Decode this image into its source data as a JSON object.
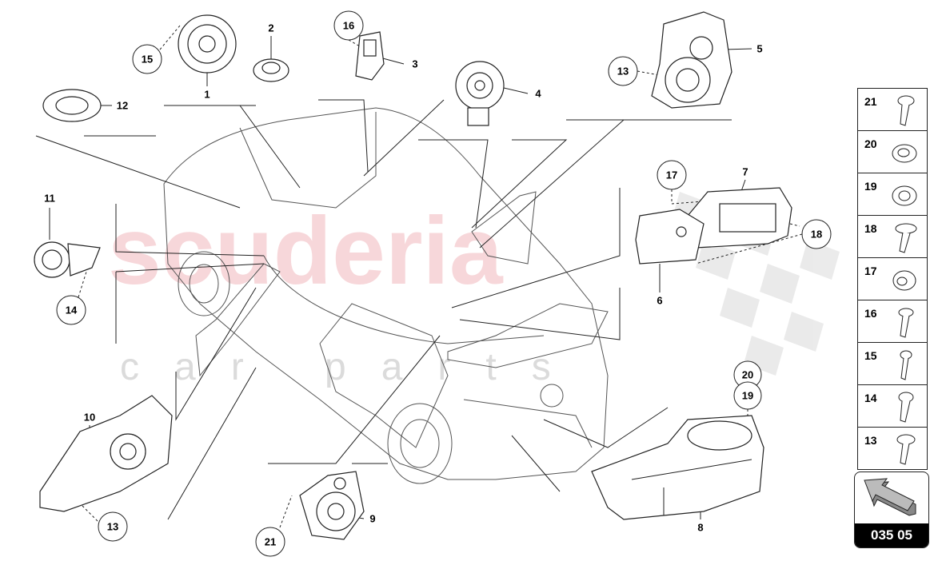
{
  "watermark": {
    "brand": "scuderia",
    "sub": "car parts"
  },
  "callouts": [
    {
      "id": "c15a",
      "label": "15",
      "circled": true
    },
    {
      "id": "c1",
      "label": "1",
      "circled": false
    },
    {
      "id": "c2",
      "label": "2",
      "circled": false
    },
    {
      "id": "c16",
      "label": "16",
      "circled": true
    },
    {
      "id": "c3",
      "label": "3",
      "circled": false
    },
    {
      "id": "c4",
      "label": "4",
      "circled": false
    },
    {
      "id": "c13a",
      "label": "13",
      "circled": true
    },
    {
      "id": "c5",
      "label": "5",
      "circled": false
    },
    {
      "id": "c12",
      "label": "12",
      "circled": false
    },
    {
      "id": "c11",
      "label": "11",
      "circled": false
    },
    {
      "id": "c14",
      "label": "14",
      "circled": true
    },
    {
      "id": "c17",
      "label": "17",
      "circled": true
    },
    {
      "id": "c7",
      "label": "7",
      "circled": false
    },
    {
      "id": "c18",
      "label": "18",
      "circled": true
    },
    {
      "id": "c6",
      "label": "6",
      "circled": false
    },
    {
      "id": "c20",
      "label": "20",
      "circled": true
    },
    {
      "id": "c19",
      "label": "19",
      "circled": true
    },
    {
      "id": "c10",
      "label": "10",
      "circled": false
    },
    {
      "id": "c13b",
      "label": "13",
      "circled": true
    },
    {
      "id": "c21",
      "label": "21",
      "circled": true
    },
    {
      "id": "c9",
      "label": "9",
      "circled": false
    },
    {
      "id": "c8",
      "label": "8",
      "circled": false
    }
  ],
  "hardware": [
    {
      "label": "21",
      "icon": "screw-icon"
    },
    {
      "label": "20",
      "icon": "flange-nut-icon"
    },
    {
      "label": "19",
      "icon": "washer-icon"
    },
    {
      "label": "18",
      "icon": "hex-bolt-icon"
    },
    {
      "label": "17",
      "icon": "hex-nut-icon"
    },
    {
      "label": "16",
      "icon": "torx-screw-icon"
    },
    {
      "label": "15",
      "icon": "torx-screw-icon"
    },
    {
      "label": "14",
      "icon": "torx-screw-icon"
    },
    {
      "label": "13",
      "icon": "washer-screw-icon"
    }
  ],
  "page": {
    "number": "035 05",
    "icon": "arrow-icon"
  }
}
